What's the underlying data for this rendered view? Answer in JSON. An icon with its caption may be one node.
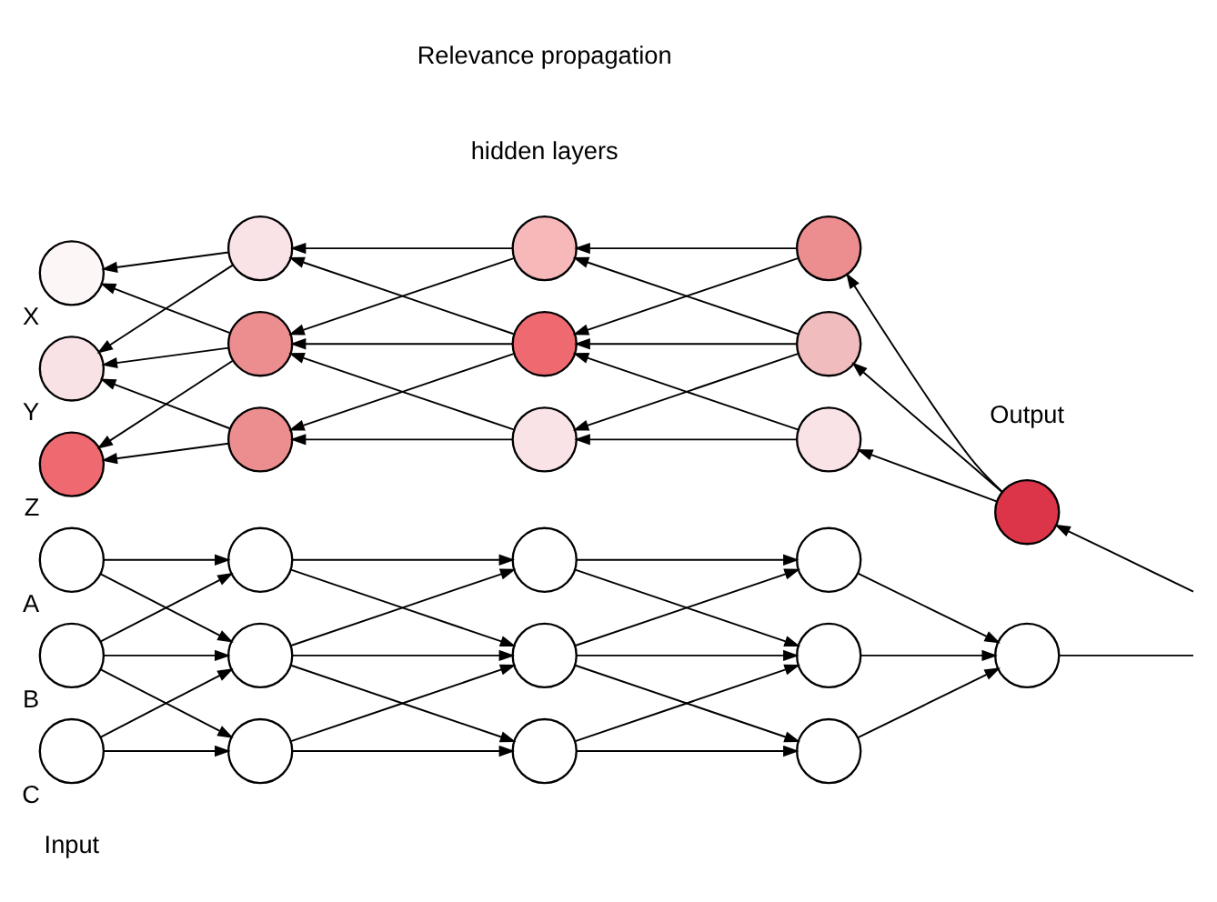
{
  "diagram": {
    "nodes": [
      {
        "text": [],
        "shape": "circle",
        "beside": [
          "A"
        ]
      },
      {
        "text": [],
        "shape": "circle",
        "beside": [
          "B"
        ]
      },
      {
        "text": [],
        "shape": "circle",
        "beside": [
          "C"
        ]
      },
      {
        "text": [],
        "shape": "circle"
      },
      {
        "text": [],
        "shape": "circle"
      },
      {
        "text": [],
        "shape": "circle"
      },
      {
        "text": [],
        "shape": "circle"
      },
      {
        "text": [],
        "shape": "circle"
      },
      {
        "text": [],
        "shape": "circle"
      },
      {
        "text": [],
        "shape": "circle"
      },
      {
        "text": [],
        "shape": "circle"
      },
      {
        "text": [],
        "shape": "circle"
      },
      {
        "text": [],
        "shape": "circle"
      },
      {
        "text": [],
        "shape": "circle",
        "beside": [
          "X"
        ]
      },
      {
        "text": [],
        "shape": "circle",
        "beside": [
          "Y"
        ]
      },
      {
        "text": [],
        "shape": "circle",
        "beside": [
          "Z"
        ]
      },
      {
        "text": [],
        "shape": "circle"
      },
      {
        "text": [],
        "shape": "circle"
      },
      {
        "text": [],
        "shape": "circle"
      },
      {
        "text": [],
        "shape": "circle"
      },
      {
        "text": [],
        "shape": "circle"
      },
      {
        "text": [],
        "shape": "circle"
      },
      {
        "text": [],
        "shape": "circle"
      },
      {
        "text": [],
        "shape": "circle"
      },
      {
        "text": [],
        "shape": "circle"
      },
      {
        "text": [],
        "shape": "circle"
      }
    ],
    "edges": [
      {
        "from": 0,
        "to": 3,
        "arrow": "to"
      },
      {
        "from": 0,
        "to": 4,
        "arrow": "to"
      },
      {
        "from": 1,
        "to": 3,
        "arrow": "to"
      },
      {
        "from": 1,
        "to": 4,
        "arrow": "to"
      },
      {
        "from": 1,
        "to": 5,
        "arrow": "to"
      },
      {
        "from": 2,
        "to": 4,
        "arrow": "to"
      },
      {
        "from": 2,
        "to": 5,
        "arrow": "to"
      },
      {
        "from": 3,
        "to": 6,
        "arrow": "to"
      },
      {
        "from": 3,
        "to": 7,
        "arrow": "to"
      },
      {
        "from": 4,
        "to": 6,
        "arrow": "to"
      },
      {
        "from": 4,
        "to": 7,
        "arrow": "to"
      },
      {
        "from": 4,
        "to": 8,
        "arrow": "to"
      },
      {
        "from": 5,
        "to": 7,
        "arrow": "to"
      },
      {
        "from": 5,
        "to": 8,
        "arrow": "to"
      },
      {
        "from": 6,
        "to": 9,
        "arrow": "to"
      },
      {
        "from": 6,
        "to": 10,
        "arrow": "to"
      },
      {
        "from": 7,
        "to": 9,
        "arrow": "to"
      },
      {
        "from": 7,
        "to": 10,
        "arrow": "to"
      },
      {
        "from": 7,
        "to": 11,
        "arrow": "to"
      },
      {
        "from": 8,
        "to": 10,
        "arrow": "to"
      },
      {
        "from": 8,
        "to": 11,
        "arrow": "to"
      },
      {
        "from": 9,
        "to": 12,
        "arrow": "to"
      },
      {
        "from": 10,
        "to": 12,
        "arrow": "to"
      },
      {
        "from": 11,
        "to": 12,
        "arrow": "to"
      },
      {
        "from": 12,
        "to": null,
        "arrow": "none"
      },
      {
        "from": null,
        "to": 25,
        "arrow": "to"
      },
      {
        "from": 25,
        "to": 22,
        "arrow": "to"
      },
      {
        "from": 25,
        "to": 23,
        "arrow": "to"
      },
      {
        "from": 25,
        "to": 24,
        "arrow": "to"
      },
      {
        "from": 22,
        "to": 19,
        "arrow": "to"
      },
      {
        "from": 22,
        "to": 20,
        "arrow": "to"
      },
      {
        "from": 23,
        "to": 19,
        "arrow": "to"
      },
      {
        "from": 23,
        "to": 20,
        "arrow": "to"
      },
      {
        "from": 23,
        "to": 21,
        "arrow": "to"
      },
      {
        "from": 24,
        "to": 20,
        "arrow": "to"
      },
      {
        "from": 24,
        "to": 21,
        "arrow": "to"
      },
      {
        "from": 19,
        "to": 16,
        "arrow": "to"
      },
      {
        "from": 19,
        "to": 17,
        "arrow": "to"
      },
      {
        "from": 20,
        "to": 16,
        "arrow": "to"
      },
      {
        "from": 20,
        "to": 17,
        "arrow": "to"
      },
      {
        "from": 20,
        "to": 18,
        "arrow": "to"
      },
      {
        "from": 21,
        "to": 17,
        "arrow": "to"
      },
      {
        "from": 21,
        "to": 18,
        "arrow": "to"
      },
      {
        "from": 16,
        "to": 13,
        "arrow": "to"
      },
      {
        "from": 16,
        "to": 14,
        "arrow": "to"
      },
      {
        "from": 17,
        "to": 13,
        "arrow": "to"
      },
      {
        "from": 17,
        "to": 14,
        "arrow": "to"
      },
      {
        "from": 17,
        "to": 15,
        "arrow": "to"
      },
      {
        "from": 18,
        "to": 14,
        "arrow": "to"
      },
      {
        "from": 18,
        "to": 15,
        "arrow": "to"
      }
    ],
    "labels": [
      "Input",
      "hidden layers",
      "Output",
      "Relevance propagation"
    ]
  }
}
